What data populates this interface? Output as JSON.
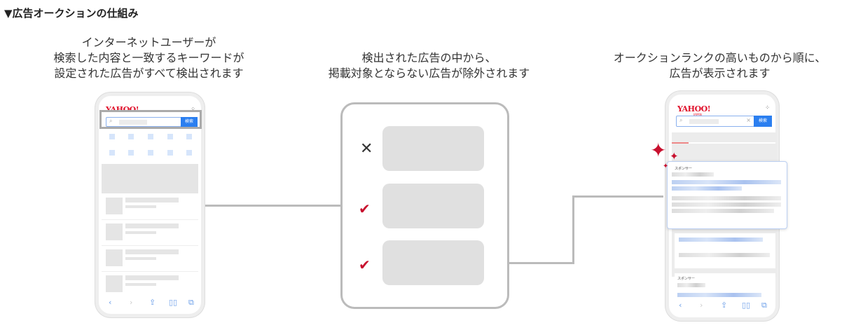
{
  "title": "▼広告オークションの仕組み",
  "steps": [
    {
      "lines": [
        "インターネットユーザーが",
        "検索した内容と一致するキーワードが",
        "設定された広告がすべて検出されます"
      ]
    },
    {
      "lines": [
        "検出された広告の中から、",
        "掲載対象とならない広告が除外されます"
      ]
    },
    {
      "lines": [
        "オークションランクの高いものから順に、",
        "広告が表示されます"
      ]
    }
  ],
  "phone": {
    "logo": "YAHOO!",
    "logo_sub": "JAPAN",
    "search_button": "検索",
    "sponsor_label": "スポンサー"
  },
  "filter": {
    "items": [
      {
        "status": "excluded",
        "icon": "x-icon"
      },
      {
        "status": "passed",
        "icon": "check-icon"
      },
      {
        "status": "passed",
        "icon": "check-icon"
      }
    ]
  },
  "colors": {
    "accent": "#c8102e",
    "connector": "#bbbbbb",
    "search": "#2b7ff0"
  }
}
